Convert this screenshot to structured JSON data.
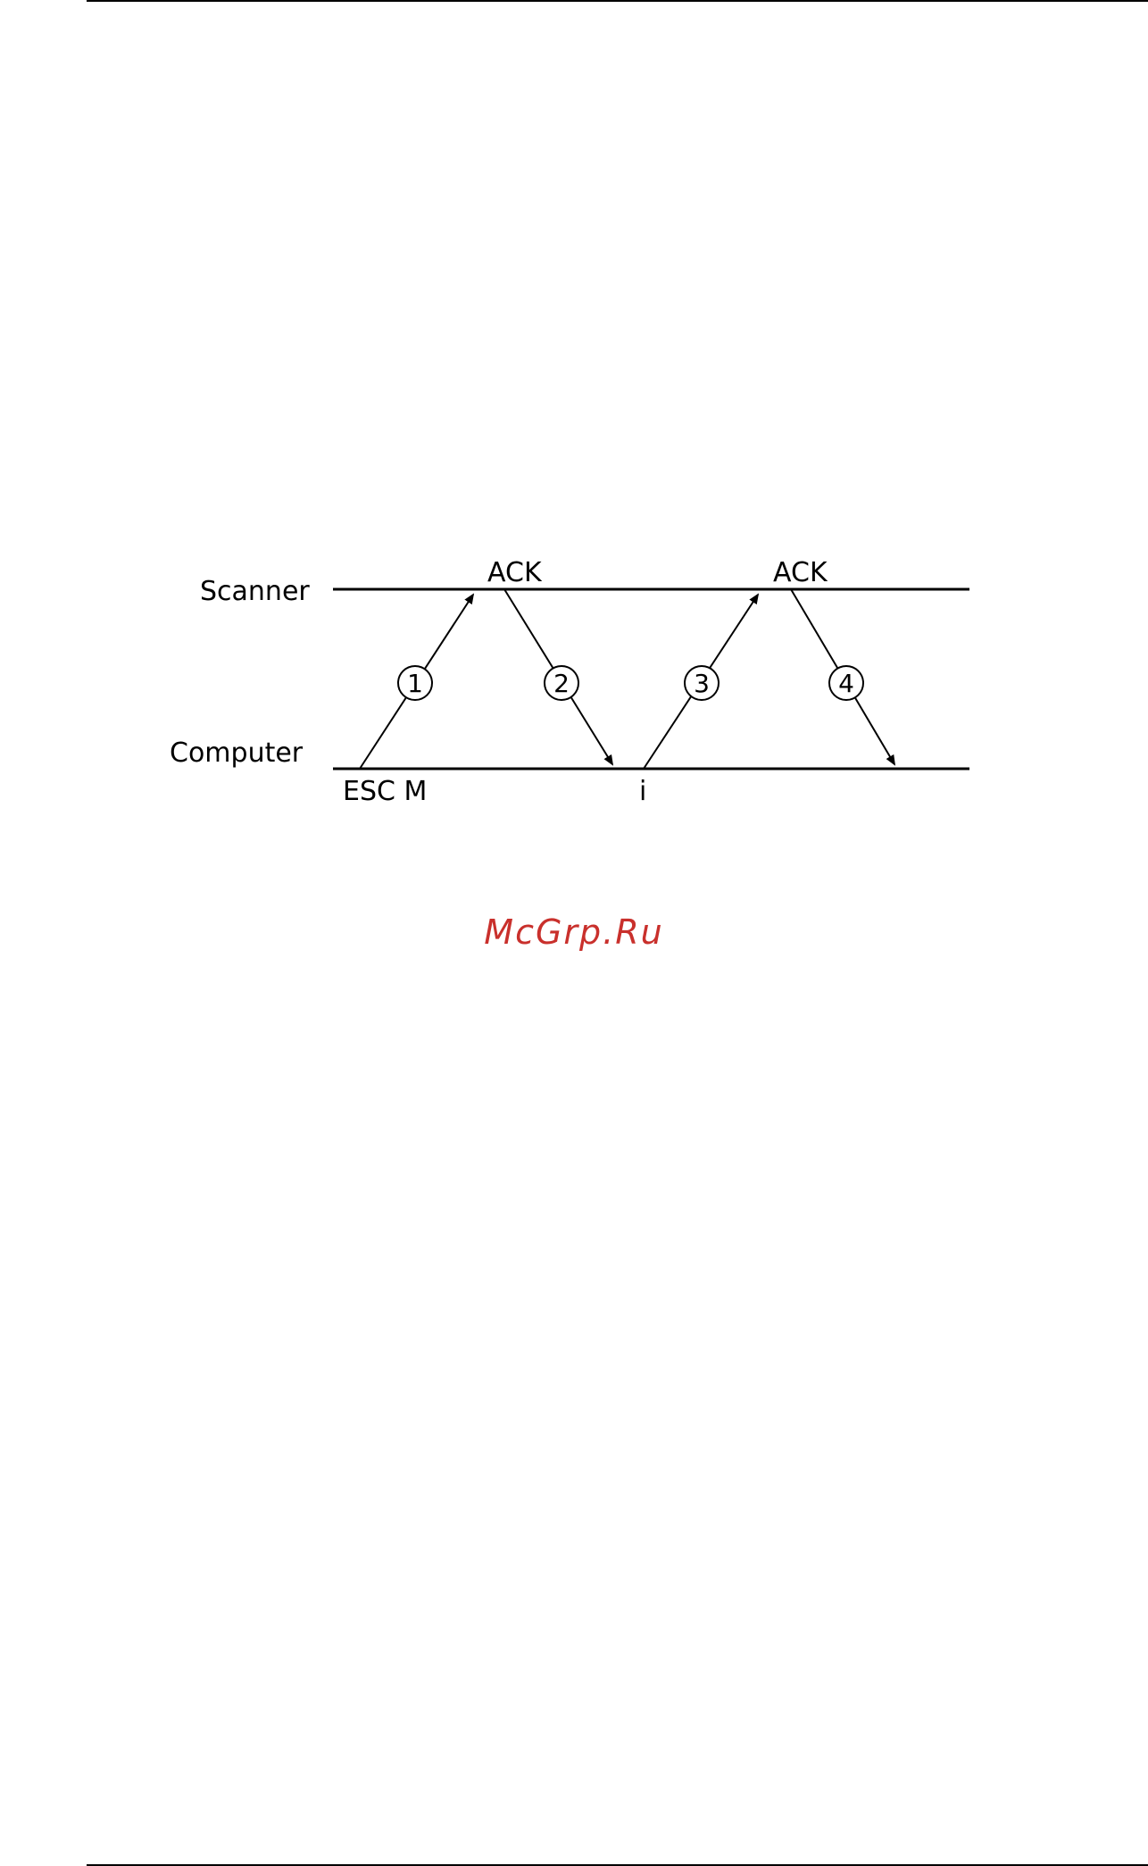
{
  "diagram": {
    "lanes": {
      "top": "Scanner",
      "bottom": "Computer"
    },
    "labels": {
      "ack_1": "ACK",
      "ack_2": "ACK",
      "esc": "ESC M",
      "i": "i"
    },
    "steps": [
      "1",
      "2",
      "3",
      "4"
    ]
  },
  "watermark": {
    "text": "McGrp.Ru",
    "color": "#c9302c"
  }
}
